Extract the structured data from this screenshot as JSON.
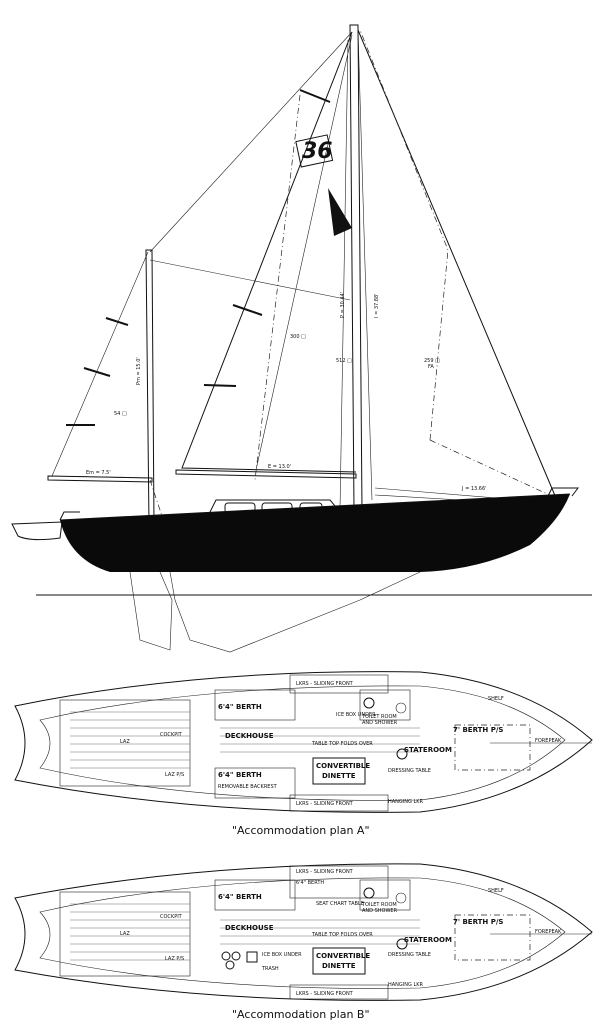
{
  "sail_number": "36",
  "profile": {
    "labels": {
      "main_mast_p": "P = 30.44'",
      "main_mast_i": "I = 37.88'",
      "main_area": "512 □",
      "genoa_area": "259 □",
      "genoa_tag": "FA",
      "mainsail_area": "300 □",
      "mizzen_p": "Pm = 15.0'",
      "mizzen_area": "54 □",
      "mizzen_boom": "Em = 7.5'",
      "main_boom": "E = 13.0'",
      "foretriangle_j": "J = 13.66'"
    },
    "colors": {
      "hull": "#0a0a0a",
      "line": "#111111"
    }
  },
  "plan_a": {
    "caption": "\"Accommodation plan A\"",
    "labels": {
      "berth_upper": "6'4\" BERTH",
      "berth_lower": "6'4\" BERTH",
      "cockpit": "COCKPIT",
      "deckhouse": "DECKHOUSE",
      "dinette_1": "CONVERTIBLE",
      "dinette_2": "DINETTE",
      "stateroom": "STATEROOM",
      "v_berth": "7' BERTH P/S",
      "toilet_1": "TOILET ROOM",
      "toilet_2": "AND SHOWER",
      "forepeak": "FOREPEAK",
      "icebox": "ICE BOX UNDER",
      "lockers_top": "LKRS - SLIDING FRONT",
      "lockers_bottom": "LKRS - SLIDING FRONT",
      "table_fold": "TABLE TOP FOLDS OVER",
      "laz": "LAZ",
      "laz_ps": "LAZ P/S",
      "shelf": "SHELF",
      "dressing": "DRESSING TABLE",
      "hanging": "HANGING LKR",
      "backrest": "REMOVABLE BACKREST"
    }
  },
  "plan_b": {
    "caption": "\"Accommodation plan B\"",
    "labels": {
      "berth_upper": "6'4\" BERTH",
      "berth_mid": "6'4\" BERTH",
      "cockpit": "COCKPIT",
      "deckhouse": "DECKHOUSE",
      "dinette_1": "CONVERTIBLE",
      "dinette_2": "DINETTE",
      "stateroom": "STATEROOM",
      "v_berth": "7' BERTH P/S",
      "toilet_1": "TOILET ROOM",
      "toilet_2": "AND SHOWER",
      "forepeak": "FOREPEAK",
      "chart_table": "CHART TABLE",
      "seat": "SEAT",
      "icebox": "ICE BOX UNDER",
      "lockers_top": "LKRS - SLIDING FRONT",
      "lockers_bottom": "LKRS - SLIDING FRONT",
      "table_fold": "TABLE TOP FOLDS OVER",
      "laz": "LAZ",
      "laz_ps": "LAZ P/S",
      "shelf": "SHELF",
      "dressing": "DRESSING TABLE",
      "hanging": "HANGING LKR",
      "trash": "TRASH"
    }
  }
}
